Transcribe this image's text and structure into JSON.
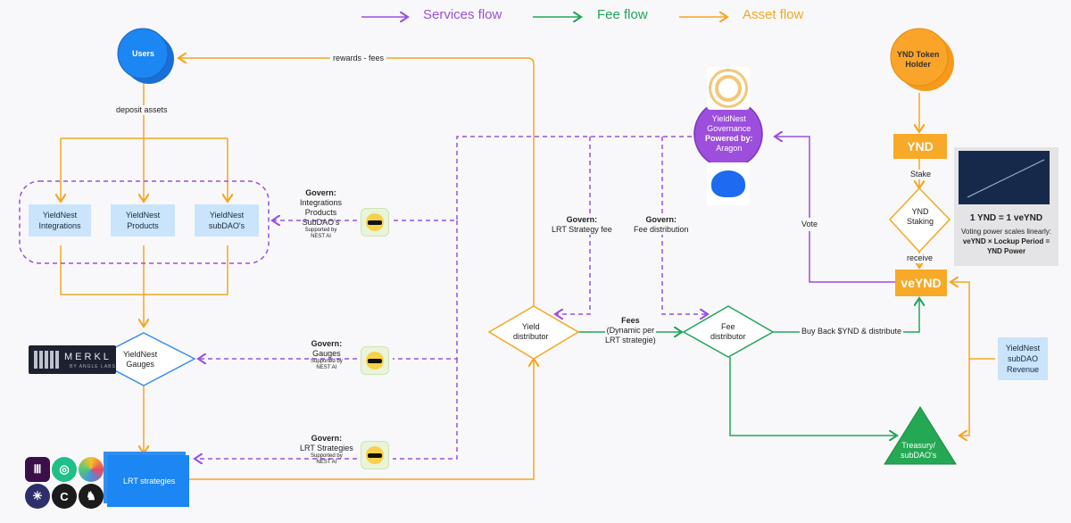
{
  "legend": {
    "services": "Services flow",
    "fee": "Fee flow",
    "asset": "Asset flow",
    "colors": {
      "services": "#9b4fe0",
      "fee": "#22a559",
      "asset": "#f5a623"
    }
  },
  "nodes": {
    "users": "Users",
    "deposit_assets": "deposit assets",
    "rewards_fees": "rewards - fees",
    "integrations": [
      "YieldNest",
      "Integrations"
    ],
    "products": [
      "YieldNest",
      "Products"
    ],
    "subdaos": [
      "YieldNest",
      "subDAO's"
    ],
    "gauges": [
      "YieldNest",
      "Gauges"
    ],
    "merkl": "MERKL",
    "merkl_sub": "BY ANGLE LABS",
    "lrt_strategies": "LRT strategies",
    "yield_distributor": [
      "Yield",
      "distributor"
    ],
    "fee_distributor": [
      "Fee",
      "distributor"
    ],
    "fees_label": {
      "title": "Fees",
      "lines": [
        "(Dynamic per",
        "LRT strategie)"
      ]
    },
    "buy_back": "Buy Back $YND & distribute",
    "governance": {
      "lines": [
        "YieldNest",
        "Governance"
      ],
      "powered": "Powered by:",
      "by": "Aragon"
    },
    "ynd_holder": [
      "YND Token",
      "Holder"
    ],
    "ynd": "YND",
    "stake": "Stake",
    "ynd_staking": [
      "YND",
      "Staking"
    ],
    "receive": "receive",
    "veynd": "veYND",
    "vote": "Vote",
    "revenue": [
      "YieldNest",
      "subDAO",
      "Revenue"
    ],
    "treasury": [
      "Treasury/",
      "subDAO's"
    ],
    "info": {
      "title": "1 YND = 1 veYND",
      "line1": "Voting power scales linearly:",
      "line2": "veYND × Lockup Period =",
      "line3": "YND Power"
    }
  },
  "govern_labels": {
    "products": {
      "title": "Govern:",
      "lines": [
        "Integrations",
        "Products",
        "SubDAO's"
      ],
      "support": [
        "Supported by",
        "NEST AI"
      ]
    },
    "gauges": {
      "title": "Govern:",
      "lines": [
        "Gauges"
      ],
      "support": [
        "Supported by",
        "NEST AI"
      ]
    },
    "lrt": {
      "title": "Govern:",
      "lines": [
        "LRT Strategies"
      ],
      "support": [
        "Supported by",
        "NEST AI"
      ]
    },
    "lrt_fee": {
      "title": "Govern:",
      "lines": [
        "LRT Strategy fee"
      ]
    },
    "fee_dist": {
      "title": "Govern:",
      "lines": [
        "Fee distribution"
      ]
    }
  }
}
